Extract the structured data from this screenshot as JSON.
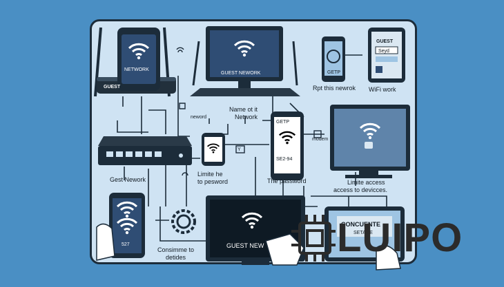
{
  "colors": {
    "background": "#4a8fc4",
    "panel": "#cfe3f3",
    "stroke": "#1c2c3a",
    "screen": "#2f4d74",
    "screen_light": "#9ec4e3"
  },
  "labels": {
    "phone_top": "NETWORK",
    "router_top": "GUEST",
    "monitor_top": "GUEST NEWORK",
    "phone_question": "GETP",
    "rpt": "Rpt this newrok",
    "tablet_guest": "GUEST",
    "tablet_field": "Seyd",
    "wifi_work": "WiFi work",
    "name_it": "Name ot it",
    "network": "Network",
    "neword": "neword",
    "getp": "GETP",
    "phone_code": "SE2-94",
    "modem": "modem",
    "gest_network": "Gest Nework",
    "limite_he": "Limite he",
    "to_pesword": "to pesword",
    "the_password": "The password",
    "limite_access": "Limite access",
    "access_devices": "access to devicces.",
    "phone_bottom": "527",
    "consimme": "Consimme to",
    "detides": "detides",
    "tv_guest": "GUEST NEW",
    "concuente": "CONCUENTE",
    "setage": "SETAGE",
    "y_box": "Y"
  },
  "watermark": {
    "text": "LUIPO"
  }
}
